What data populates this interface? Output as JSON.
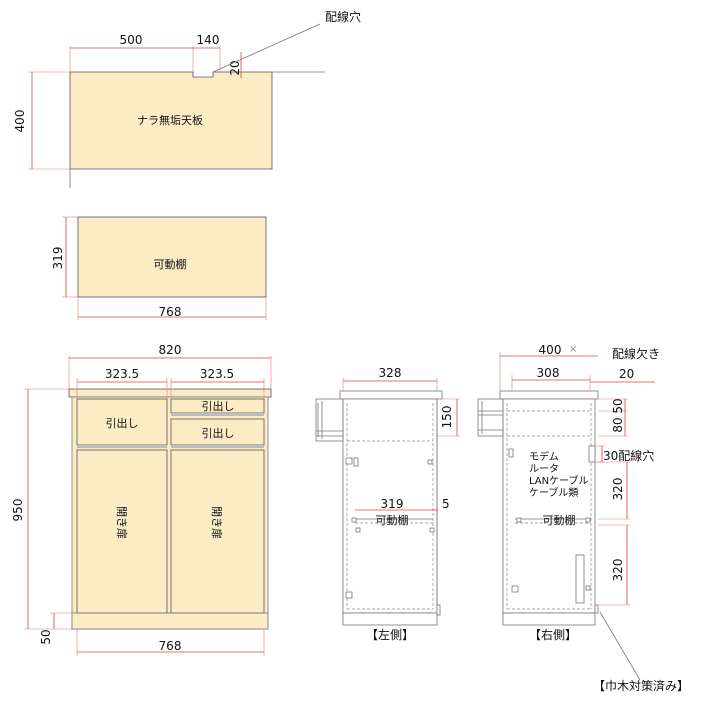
{
  "top_view": {
    "wiring_hole_label": "配線穴",
    "width_label": "500",
    "hole_width_label": "140",
    "hole_depth_label": "20",
    "depth_label": "400",
    "panel_label": "ナラ無垢天板"
  },
  "shelf_view": {
    "height_label": "319",
    "width_label": "768",
    "panel_label": "可動棚"
  },
  "front_view": {
    "total_width_label": "820",
    "left_drawer_width_label": "323.5",
    "right_drawer_width_label": "323.5",
    "height_label": "950",
    "plinth_label": "50",
    "bottom_width_label": "768",
    "left_drawer_label": "引出し",
    "right_drawer_top_label": "引出し",
    "right_drawer_bottom_label": "引出し",
    "left_door_label": "開き扉",
    "right_door_label": "開き扉"
  },
  "left_side_view": {
    "depth_label": "328",
    "drawer_height_label": "150",
    "shelf_depth_label": "319",
    "gap_label": "5",
    "shelf_label": "可動棚",
    "caption": "【左側】"
  },
  "right_side_view": {
    "total_depth_label": "400",
    "wiring_notch_label": "配線欠き",
    "inner_depth_label": "308",
    "notch_label": "20",
    "drawer1_label": "50",
    "drawer2_label": "80",
    "hole_label": "30配線穴",
    "upper_shelf_label": "320",
    "lower_shelf_label": "320",
    "contents_line1": "モデム",
    "contents_line2": "ルータ",
    "contents_line3": "LANケーブル",
    "contents_line4": "ケーブル類",
    "shelf_label": "可動棚",
    "caption": "【右側】",
    "baseboard_note": "【巾木対策済み】"
  }
}
